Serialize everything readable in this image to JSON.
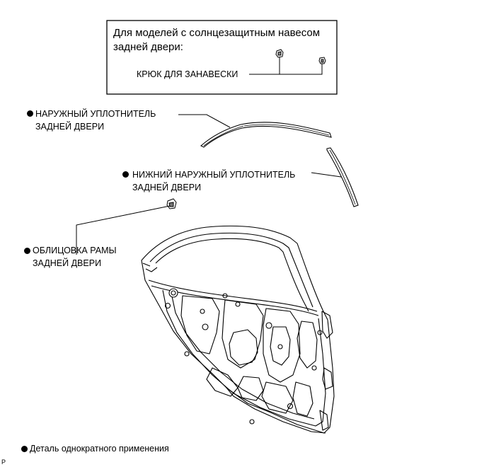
{
  "variant_box": {
    "title_line1": "Для моделей с солнцезащитным навесом",
    "title_line2": "задней двери:",
    "hook_label": "КРЮК ДЛЯ ЗАНАВЕСКИ"
  },
  "labels": {
    "outer_seal_line1": "НАРУЖНЫЙ УПЛОТНИТЕЛЬ",
    "outer_seal_line2": "ЗАДНЕЙ ДВЕРИ",
    "lower_outer_seal_line1": "НИЖНИЙ НАРУЖНЫЙ УПЛОТНИТЕЛЬ",
    "lower_outer_seal_line2": "ЗАДНЕЙ ДВЕРИ",
    "frame_trim_line1": "ОБЛИЦОВКА РАМЫ",
    "frame_trim_line2": "ЗАДНЕЙ ДВЕРИ"
  },
  "legend": {
    "non_reusable_text": "Деталь однократного применения"
  },
  "corner_mark": "P"
}
